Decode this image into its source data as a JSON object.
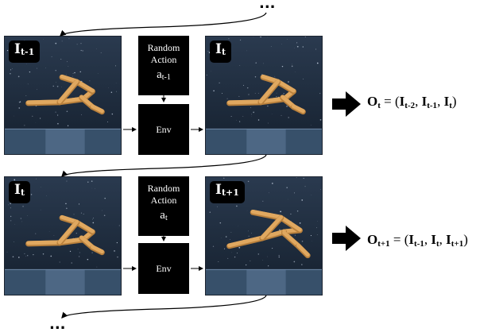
{
  "rows": [
    {
      "input_frame": {
        "letter": "I",
        "sub": "t-1"
      },
      "action": {
        "line1": "Random",
        "line2": "Action",
        "symbol": "a",
        "sub": "t-1"
      },
      "env_label": "Env",
      "output_frame": {
        "letter": "I",
        "sub": "t"
      },
      "observation": {
        "lhs": "O",
        "lhs_sub": "t",
        "equals": " = (",
        "terms": [
          {
            "letter": "I",
            "sub": "t-2"
          },
          {
            "letter": "I",
            "sub": "t-1"
          },
          {
            "letter": "I",
            "sub": "t"
          }
        ],
        "sep": ", ",
        "close": ")"
      }
    },
    {
      "input_frame": {
        "letter": "I",
        "sub": "t"
      },
      "action": {
        "line1": "Random",
        "line2": "Action",
        "symbol": "a",
        "sub": "t"
      },
      "env_label": "Env",
      "output_frame": {
        "letter": "I",
        "sub": "t+1"
      },
      "observation": {
        "lhs": "O",
        "lhs_sub": "t+1",
        "equals": " = (",
        "terms": [
          {
            "letter": "I",
            "sub": "t-1"
          },
          {
            "letter": "I",
            "sub": "t"
          },
          {
            "letter": "I",
            "sub": "t+1"
          }
        ],
        "sep": ", ",
        "close": ")"
      }
    }
  ],
  "ellipsis_top": "...",
  "ellipsis_bottom": "...",
  "colors": {
    "scene_top": "#2a3a4f",
    "scene_bottom": "#15202e",
    "floor": "#37506a",
    "robot": "#e0a860",
    "robot_shade": "#b9803c",
    "box": "#000000"
  }
}
